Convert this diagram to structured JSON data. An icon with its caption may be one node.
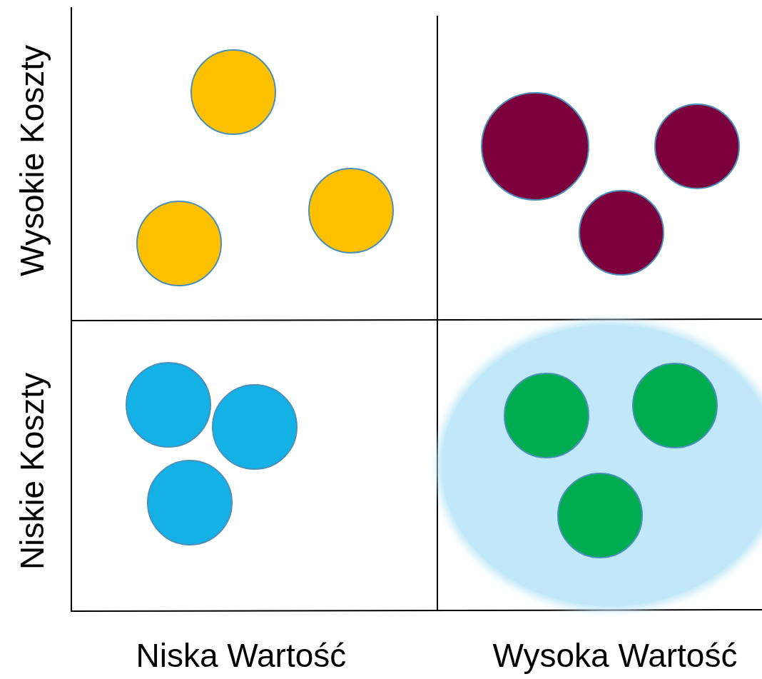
{
  "diagram": {
    "nodes": [
      {
        "text": [],
        "shape": "circle"
      },
      {
        "text": [],
        "shape": "circle"
      },
      {
        "text": [],
        "shape": "circle"
      },
      {
        "text": [],
        "shape": "circle"
      },
      {
        "text": [],
        "shape": "circle"
      },
      {
        "text": [],
        "shape": "circle"
      },
      {
        "text": [],
        "shape": "circle"
      },
      {
        "text": [],
        "shape": "circle"
      },
      {
        "text": [],
        "shape": "circle"
      },
      {
        "text": [],
        "shape": "ellipse"
      },
      {
        "text": [],
        "shape": "circle",
        "in": 9
      },
      {
        "text": [],
        "shape": "circle",
        "in": 9
      },
      {
        "text": [],
        "shape": "circle",
        "in": 9
      }
    ],
    "labels": [
      "Wysokie Koszty",
      "Niskie Koszty",
      "Niska Wartość",
      "Wysoka Wartość"
    ]
  }
}
